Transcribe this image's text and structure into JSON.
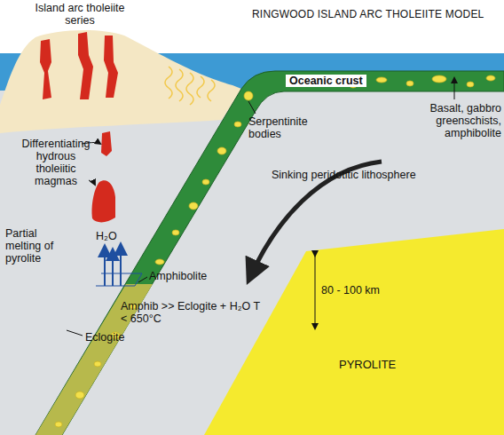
{
  "diagram": {
    "title": "RINGWOOD ISLAND ARC THOLEIITE MODEL",
    "labels": [
      "Island arc tholeiite series",
      "Oceanic crust",
      "Serpentinite bodies",
      "Basalt, gabbro greenschists, amphibolite",
      "Sinking peridotitic lithosphere",
      "Differentiating hydrous tholeiitic magmas",
      "Partial melting of pyrolite",
      "H₂O",
      "Amphibolite",
      "Amphib >> Eclogite + H₂O T < 650°C",
      "Eclogite",
      "80 - 100 km",
      "PYROLITE"
    ]
  }
}
